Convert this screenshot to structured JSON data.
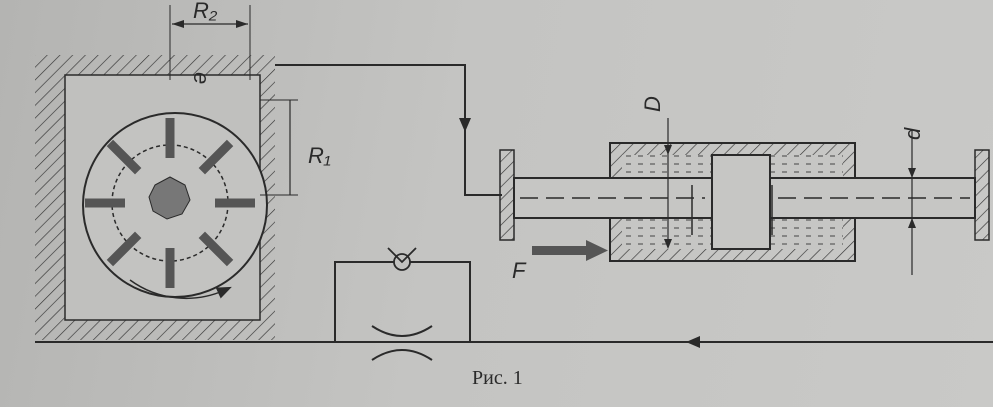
{
  "labels": {
    "r2": "R₂",
    "r1": "R₁",
    "e": "e",
    "D": "D",
    "d": "d",
    "F": "F"
  },
  "caption": "Рис. 1",
  "colors": {
    "ink": "#2a2a2a",
    "vane": "#555555",
    "background": "#c2c2c0"
  }
}
